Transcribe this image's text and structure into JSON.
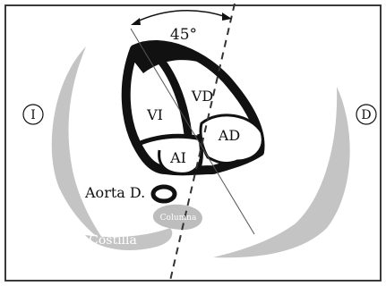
{
  "diagram": {
    "angle_label": "45°",
    "chambers": {
      "lv": "VI",
      "rv": "VD",
      "la": "AI",
      "ra": "AD"
    },
    "aorta_label": "Aorta D.",
    "spine_label": "Columna",
    "rib_label": "Costilla",
    "side_left": "I",
    "side_right": "D"
  },
  "colors": {
    "frame": "#3a3a3a",
    "rib_gray": "#c4c4c4",
    "muscle": "#111111",
    "line": "#555555"
  }
}
